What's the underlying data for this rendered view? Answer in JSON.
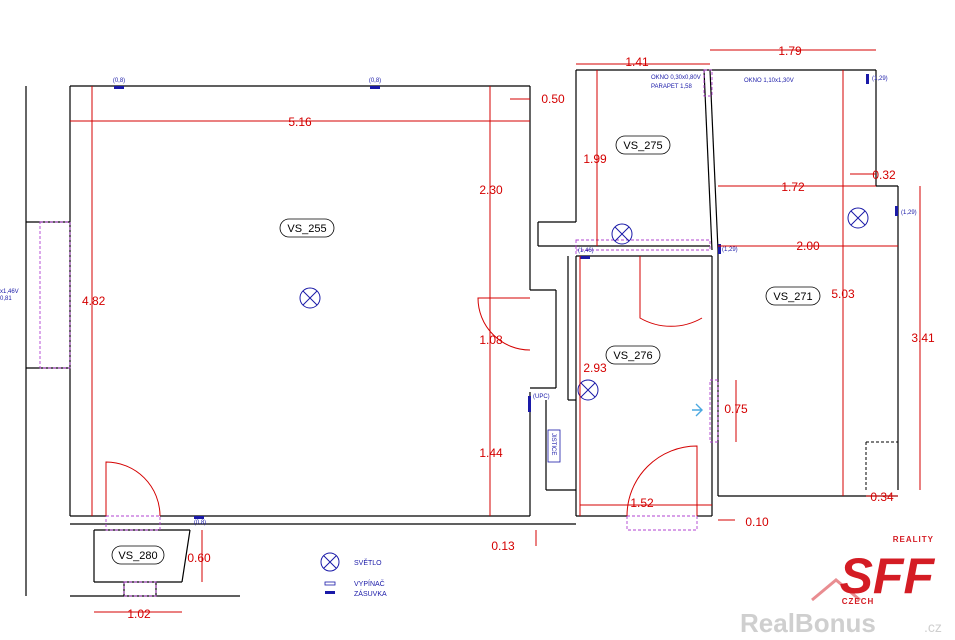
{
  "rooms": {
    "r255": "VS_255",
    "r275": "VS_275",
    "r276": "VS_276",
    "r271": "VS_271",
    "r280": "VS_280"
  },
  "dimensions": {
    "d516": "5.16",
    "d482": "4.82",
    "d230": "2.30",
    "d050": "0.50",
    "d108": "1.08",
    "d144": "1.44",
    "d013": "0.13",
    "d060": "0.60",
    "d102": "1.02",
    "d141": "1.41",
    "d179": "1.79",
    "d199": "1.99",
    "d172": "1.72",
    "d032": "0.32",
    "d200": "2.00",
    "d503": "5.03",
    "d341": "3.41",
    "d293": "2.93",
    "d075": "0.75",
    "d152": "1.52",
    "d010": "0.10",
    "d034": "0.34"
  },
  "annotations": {
    "h08a": "(0,8)",
    "h08b": "(0,8)",
    "h08c": "(0,8)",
    "h129a": "(1,29)",
    "h129b": "(1,29)",
    "h129c": "(1,29)",
    "h146": "(1,46)",
    "upc": "(UPC)",
    "jistice": "JISTICE",
    "okno1a": "OKNO  0,30x0,80V",
    "okno1b": "PARAPET 1,58",
    "okno2": "OKNO 1,10x1,30V",
    "leftwin1": "x1,46V",
    "leftwin2": "0,81"
  },
  "legend": {
    "light": "SVĚTLO",
    "switch": "VYPÍNAČ",
    "socket": "ZÁSUVKA"
  },
  "branding": {
    "reality": "REALITY",
    "sff": "SFF",
    "czech": "CZECH",
    "realbonus": "RealBonus",
    "cz": ".cz"
  },
  "colors": {
    "dimension": "#d40000",
    "label": "#1a1aa8",
    "window_marker": "#b040d0",
    "brand_red": "#d41c24"
  }
}
